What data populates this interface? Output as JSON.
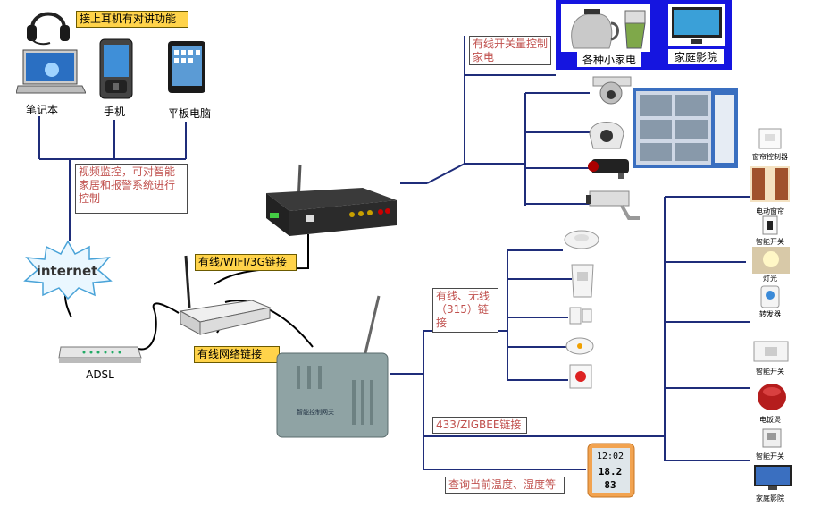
{
  "labels": {
    "headset": "接上耳机有对讲功能",
    "video": "视频监控，可对智能家居和报警系统进行控制",
    "wifi": "有线/WIFI/3G链接",
    "wired_net": "有线网络链接",
    "appliance": "有线开关量控制家电",
    "wireless": "有线、无线（315）链接",
    "zigbee": "433/ZIGBEE链接",
    "temp": "查询当前温度、湿度等"
  },
  "devices": {
    "laptop": "笔记本",
    "phone": "手机",
    "tablet": "平板电脑",
    "internet": "internet",
    "adsl": "ADSL",
    "small_appliance": "各种小家电",
    "home_theater": "家庭影院",
    "gateway_text": "智能控制网关",
    "thermo_time": "12:02",
    "thermo_temp": "18.2",
    "thermo_hum": "83"
  },
  "right_column": [
    "窗帘控制器",
    "电动窗帘",
    "智能开关",
    "灯光",
    "转发器",
    "智能开关",
    "电饭煲",
    "智能开关",
    "家庭影院"
  ],
  "colors": {
    "line": "#1f2d7a",
    "blue_panel": "#1515e0",
    "label_text": "#c0504d",
    "yellow_fill": "#ffd34a"
  }
}
